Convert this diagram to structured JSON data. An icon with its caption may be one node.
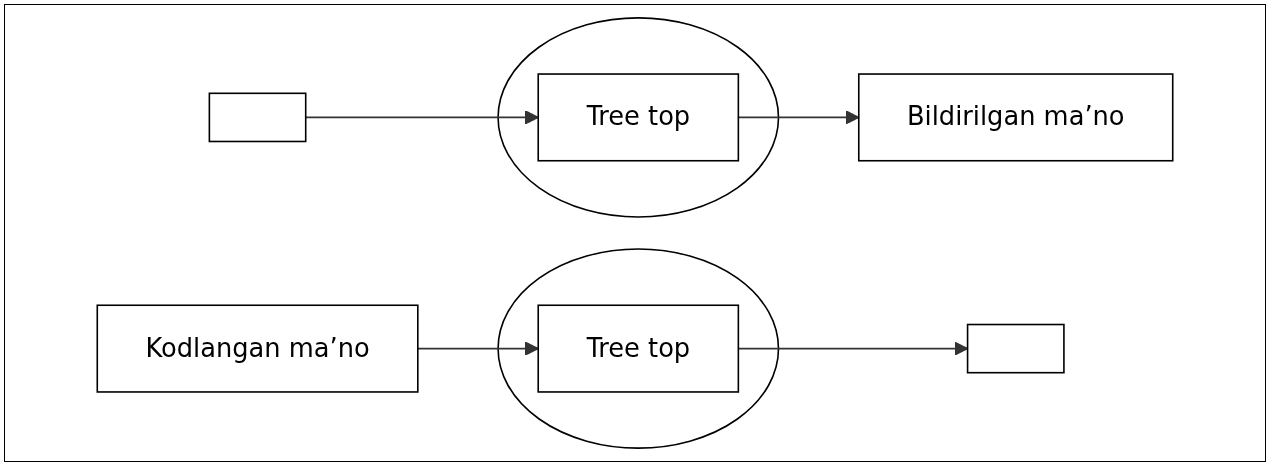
{
  "diagram": {
    "nodes": [
      {
        "text": [],
        "shape": "circle"
      },
      {
        "text": [
          "Tree top"
        ],
        "in": 0
      },
      {
        "text": [
          "Bildirilgan ma’no"
        ]
      },
      {
        "text": [],
        "shape": "box"
      },
      {
        "text": [],
        "shape": "circle"
      },
      {
        "text": [
          "Tree top"
        ],
        "in": 4
      },
      {
        "text": [
          "Kodlangan ma’no"
        ]
      },
      {
        "text": [],
        "shape": "box"
      }
    ],
    "edges": [
      {
        "from": 1,
        "to": 2,
        "arrow": "to"
      },
      {
        "from": 3,
        "to": 1,
        "arrow": "to"
      },
      {
        "from": 6,
        "to": 5,
        "arrow": "to"
      },
      {
        "from": 5,
        "to": 7,
        "arrow": "to"
      }
    ]
  }
}
